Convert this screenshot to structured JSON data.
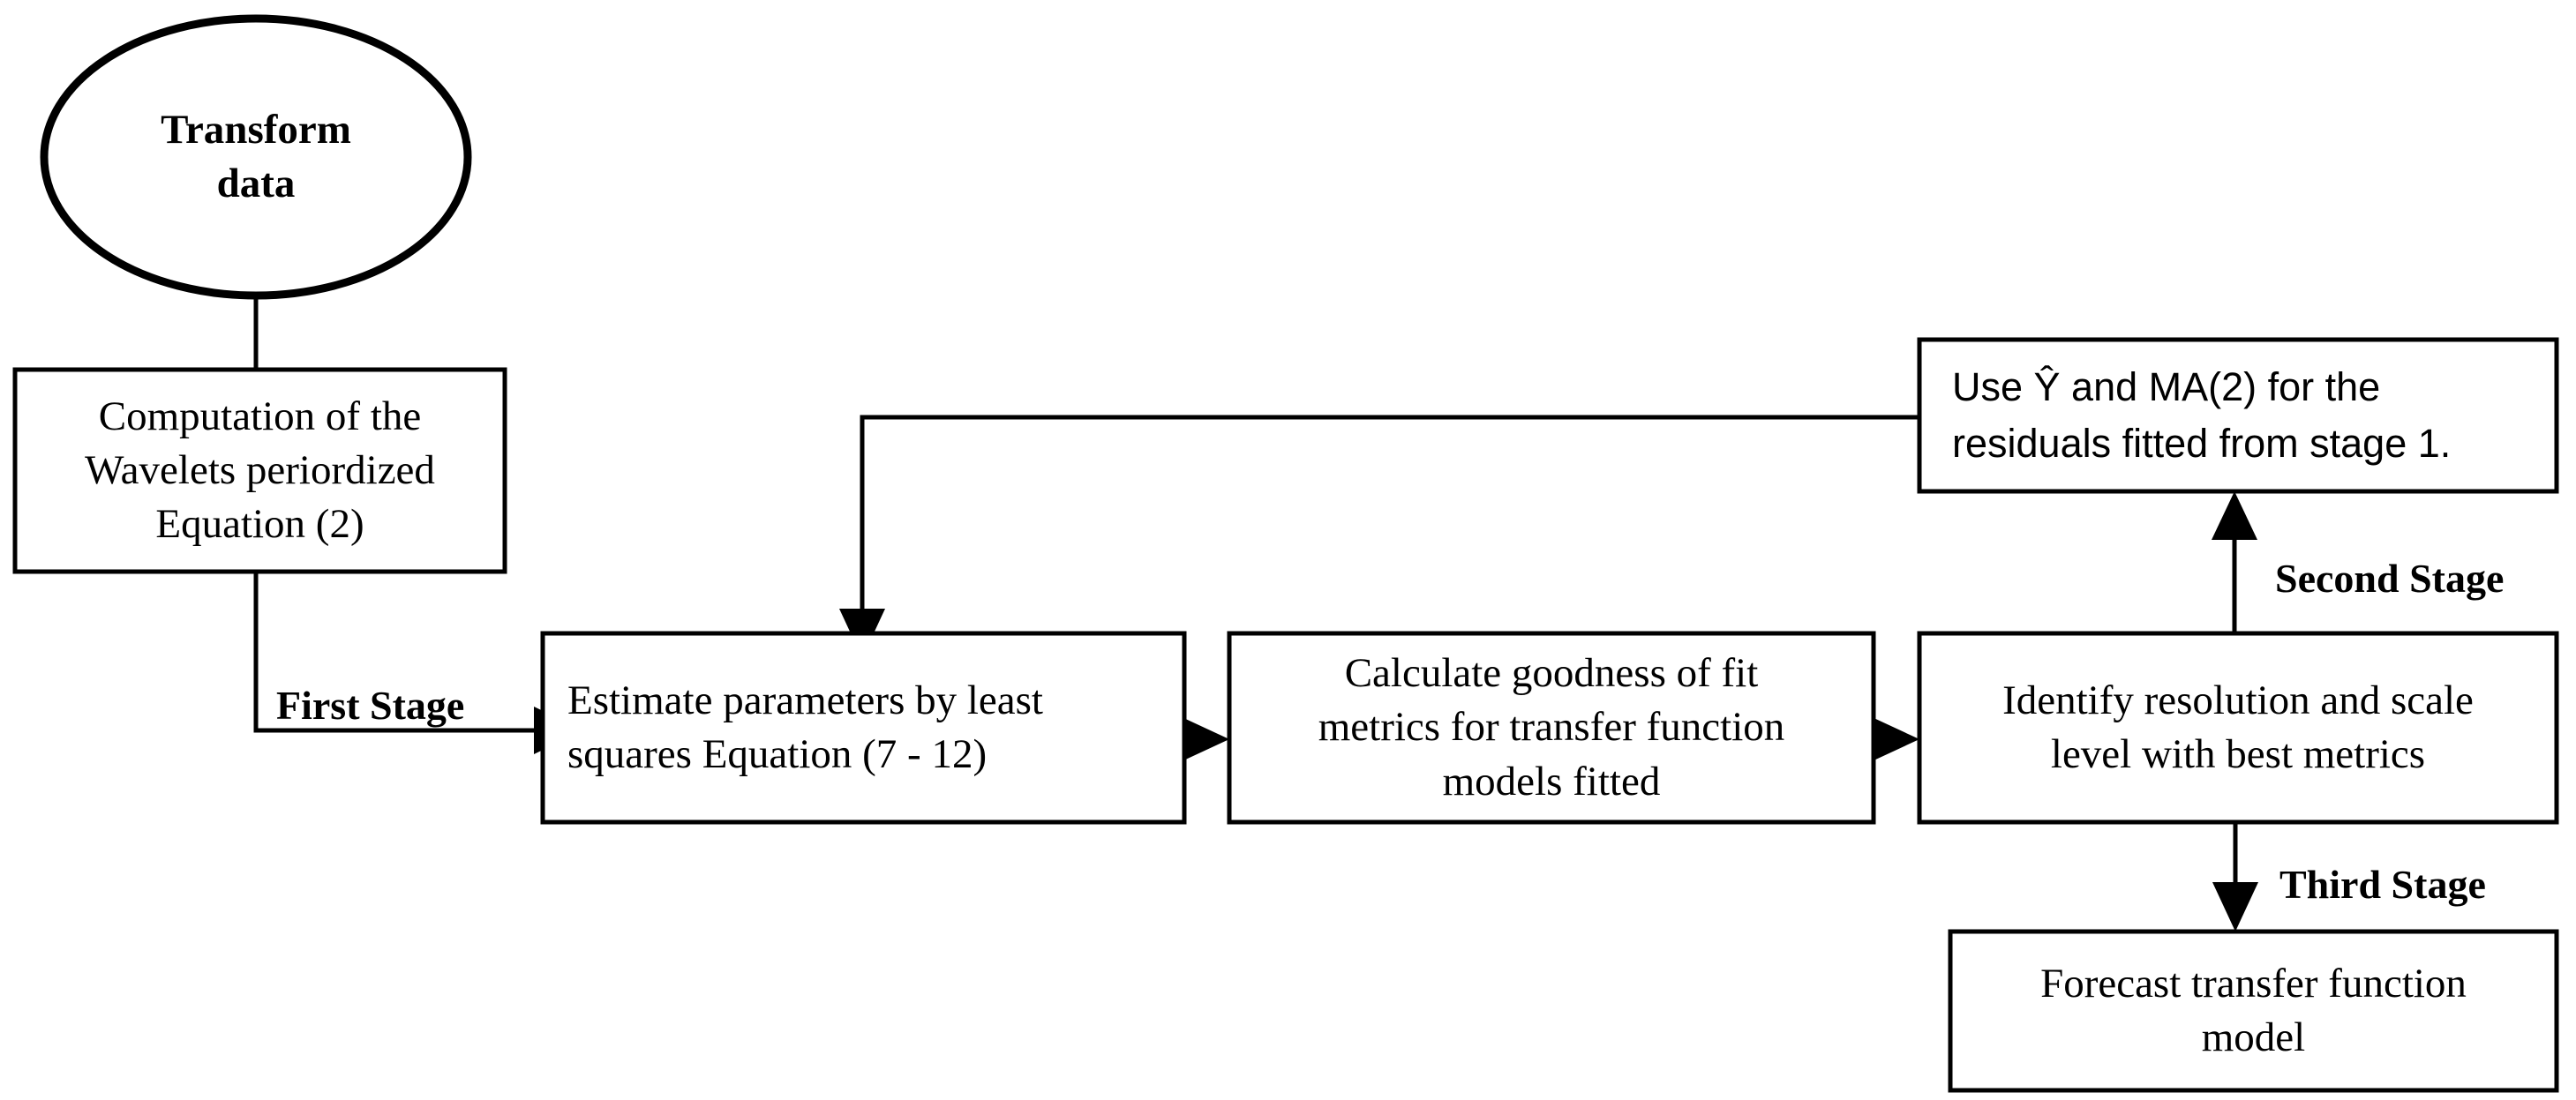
{
  "diagram": {
    "title_text_present": false,
    "background_color": "#ffffff",
    "line_color": "#000000",
    "text_color": "#000000",
    "nodes": {
      "transform_data": {
        "label": "Transform\ndata",
        "shape": "ellipse"
      },
      "computation_wavelets": {
        "label": "Computation  of the\nWavelets  periordized\nEquation  (2)",
        "shape": "rectangle"
      },
      "estimate_parameters": {
        "label": "Estimate  parameters  by least\nsquares Equation  (7 - 12)",
        "shape": "rectangle"
      },
      "calculate_goodness": {
        "label": "Calculate  goodness of fit\nmetrics  for transfer  function\nmodels fitted",
        "shape": "rectangle"
      },
      "identify_resolution": {
        "label": "Identify  resolution  and scale\nlevel  with  best metrics",
        "shape": "rectangle"
      },
      "use_yhat_ma2": {
        "line1": "Use Ŷ and MA(2) for the",
        "line2": "residuals fitted from stage 1.",
        "shape": "rectangle"
      },
      "forecast_model": {
        "label": "Forecast transfer  function\nmodel",
        "shape": "rectangle"
      }
    },
    "stage_labels": {
      "first_stage": "First Stage",
      "second_stage": "Second Stage",
      "third_stage": "Third  Stage"
    },
    "edges": [
      {
        "name": "transform-to-computation",
        "from": "transform_data",
        "to": "computation_wavelets",
        "arrowhead": false
      },
      {
        "name": "computation-to-estimate",
        "from": "computation_wavelets",
        "to": "estimate_parameters",
        "arrowhead": true
      },
      {
        "name": "estimate-to-calculate",
        "from": "estimate_parameters",
        "to": "calculate_goodness",
        "arrowhead": true
      },
      {
        "name": "calculate-to-identify",
        "from": "calculate_goodness",
        "to": "identify_resolution",
        "arrowhead": true
      },
      {
        "name": "identify-to-use-yhat",
        "from": "identify_resolution",
        "to": "use_yhat_ma2",
        "arrowhead": true
      },
      {
        "name": "use-yhat-to-estimate-feedback",
        "from": "use_yhat_ma2",
        "to": "estimate_parameters",
        "arrowhead": true
      },
      {
        "name": "identify-to-forecast",
        "from": "identify_resolution",
        "to": "forecast_model",
        "arrowhead": true
      }
    ]
  }
}
